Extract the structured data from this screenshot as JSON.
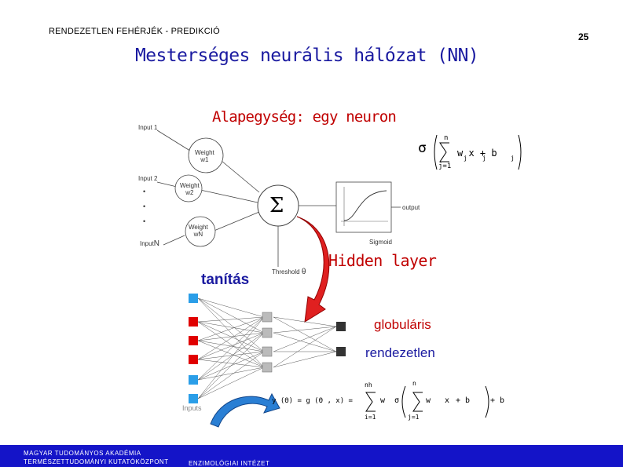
{
  "header": {
    "section": "RENDEZETLEN FEHÉRJÉK - PREDIKCIÓ",
    "page_number": "25"
  },
  "title": "Mesterséges neurális hálózat (NN)",
  "subtitle": "Alapegység: egy neuron",
  "neuron_diagram": {
    "input_1": "Input 1",
    "input_2": "Input 2",
    "input_n": "Input",
    "input_n_symbol": "N",
    "weight_1_line1": "Weight",
    "weight_1_line2": "w1",
    "weight_2_line1": "Weight",
    "weight_2_line2": "w2",
    "weight_n_line1": "Weight",
    "weight_n_line2": "wN",
    "output": "output",
    "sigmoid": "Sigmoid",
    "threshold": "Threshold",
    "theta": "θ",
    "sum_symbol": "Σ"
  },
  "formula_top": {
    "sigma": "σ",
    "upper": "n",
    "lower": "j=1",
    "term": "w  x  + b",
    "sub_j1": "j",
    "sub_j2": "j",
    "sub_j3": "j"
  },
  "labels": {
    "hidden_layer": "Hidden layer",
    "tanitas": "tanítás",
    "globularis": "globuláris",
    "rendezetlen": "rendezetlen",
    "inputs": "Inputs"
  },
  "formula_bottom": {
    "left": "y (Θ) = g (Θ , x) =",
    "upper1": "nh",
    "lower1": "i=1",
    "w2": "w",
    "sigma": "σ",
    "upper2": "n",
    "lower2": "j=1",
    "w1": "w",
    "x": "x",
    "plus_b1": "+ b",
    "plus_b2": "+ b"
  },
  "footer": {
    "line1": "MAGYAR TUDOMÁNYOS AKADÉMIA",
    "line2": "TERMÉSZETTUDOMÁNYI KUTATÓKÖZPONT",
    "institute": "ENZIMOLÓGIAI INTÉZET"
  },
  "colors": {
    "title_blue": "#1a1aa0",
    "label_red": "#c00000",
    "footer_blue": "#1414c8",
    "input_red": "#e00000",
    "input_blue": "#2a9ee8"
  }
}
